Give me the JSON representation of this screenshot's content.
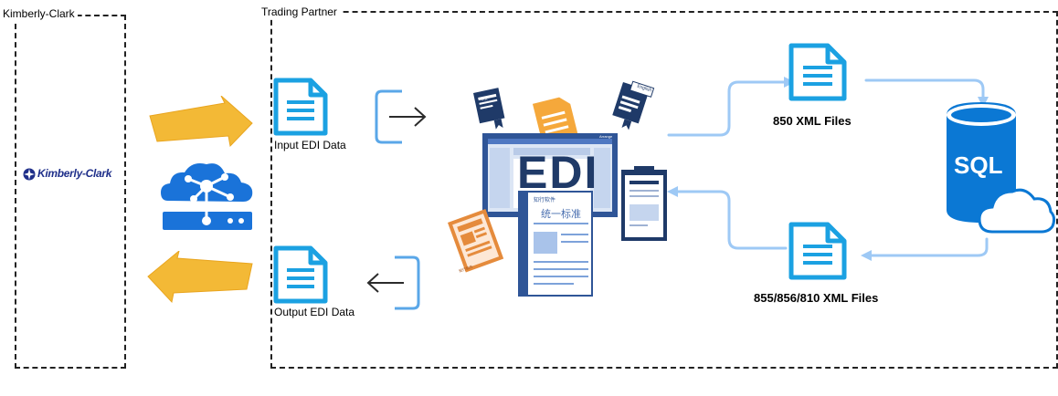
{
  "regions": {
    "left_title": "Kimberly-Clark",
    "right_title": "Trading Partner"
  },
  "logo": {
    "text": "Kimberly-Clark"
  },
  "labels": {
    "input_edi": "Input EDI Data",
    "output_edi": "Output EDI Data",
    "files_850": "850 XML Files",
    "files_855": "855/856/810 XML Files"
  },
  "edi_monitor": {
    "screen_text": "EDI",
    "doc_heading": "统一标准",
    "doc_brand_top": "知行软件",
    "doc_brand_bottom": "知行软件",
    "corner_text": "Arrange"
  },
  "doc_icons": {
    "english_tag": "English",
    "small_tag": "中文"
  },
  "database": {
    "label": "SQL"
  },
  "colors": {
    "cyan": "#1ba1e2",
    "light_blue_line": "#9ec9f5",
    "orange_arrow": "#f3b936",
    "server_blue": "#1a73d9",
    "navy": "#1f3a68",
    "sql_blue": "#0b78d4"
  }
}
